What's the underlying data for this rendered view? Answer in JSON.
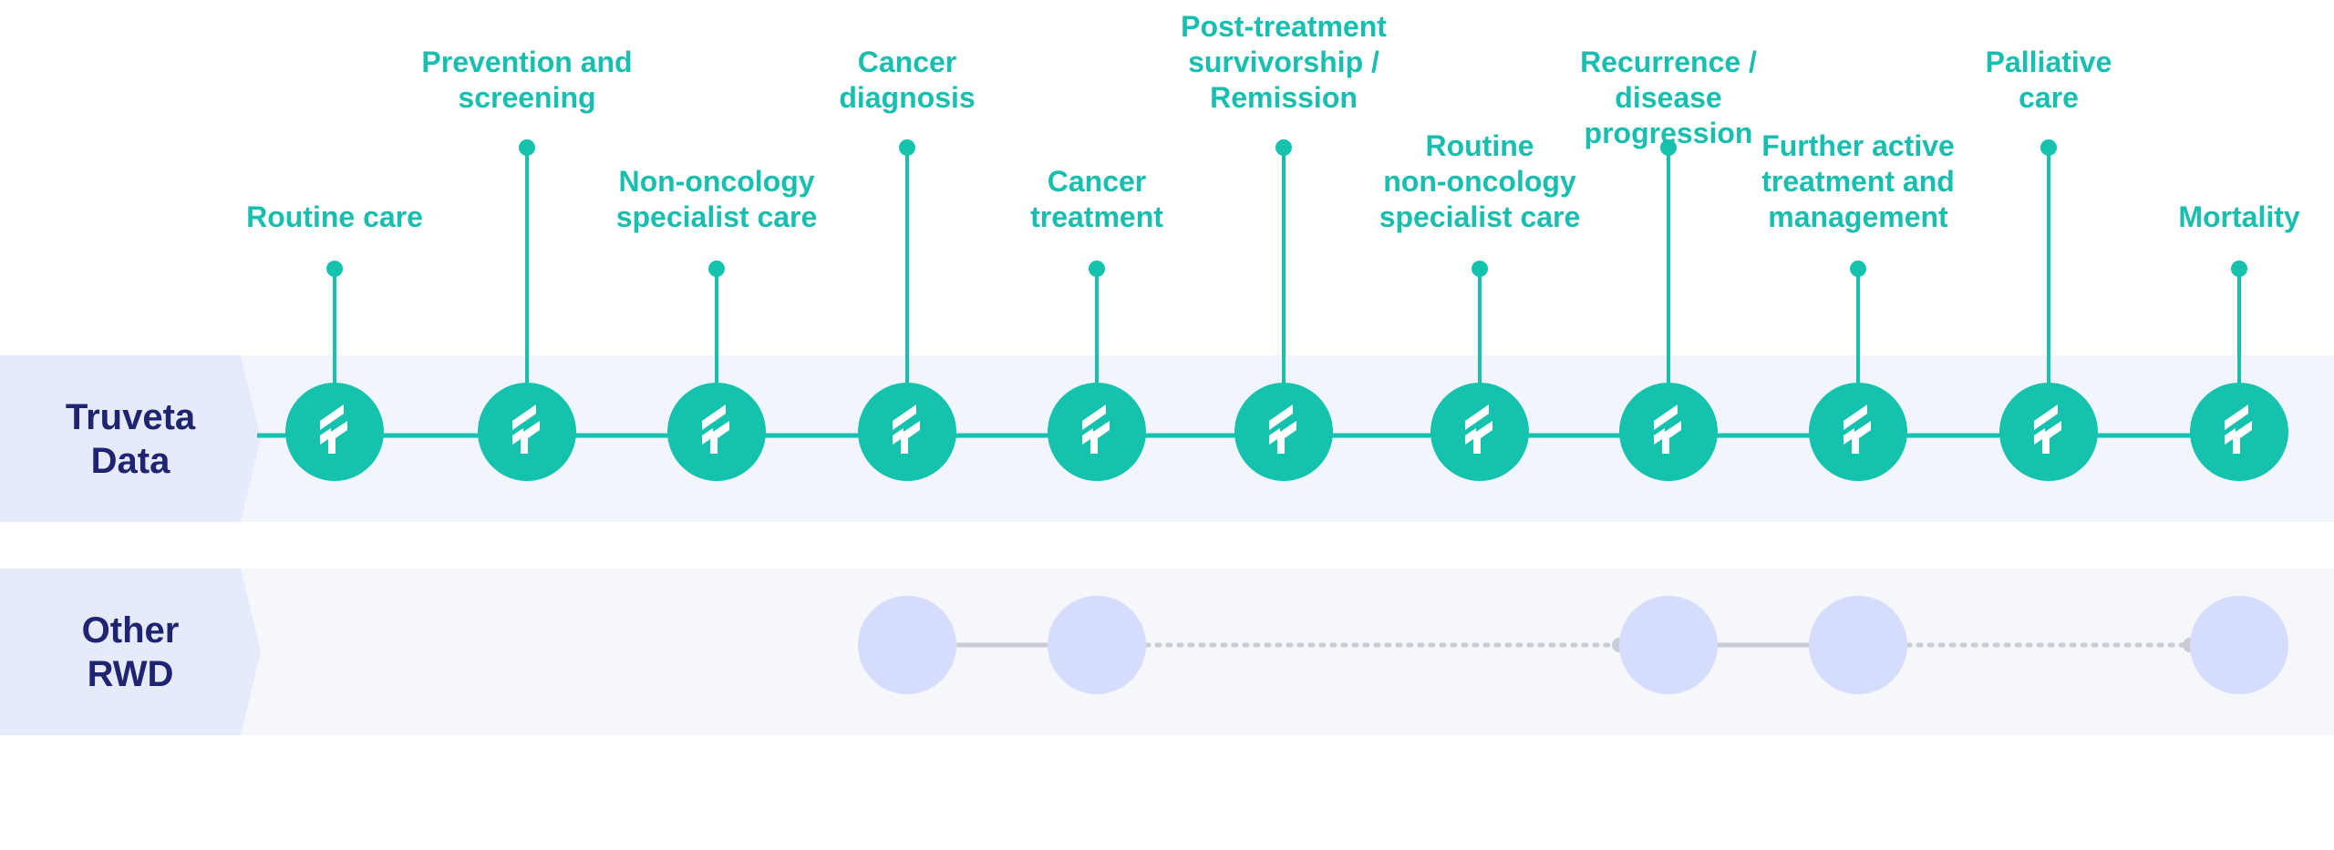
{
  "rows": {
    "truveta": "Truveta\nData",
    "other": "Other\nRWD"
  },
  "stages": [
    {
      "label": "Routine care",
      "other_rwd": false
    },
    {
      "label": "Prevention and\nscreening",
      "other_rwd": false
    },
    {
      "label": "Non-oncology\nspecialist care",
      "other_rwd": false
    },
    {
      "label": "Cancer\ndiagnosis",
      "other_rwd": true
    },
    {
      "label": "Cancer\ntreatment",
      "other_rwd": true
    },
    {
      "label": "Post-treatment\nsurvivorship /\nRemission",
      "other_rwd": false
    },
    {
      "label": "Routine\nnon-oncology\nspecialist care",
      "other_rwd": false
    },
    {
      "label": "Recurrence / disease\nprogression",
      "other_rwd": true
    },
    {
      "label": "Further active\ntreatment and\nmanagement",
      "other_rwd": true
    },
    {
      "label": "Palliative\ncare",
      "other_rwd": false
    },
    {
      "label": "Mortality",
      "other_rwd": true
    }
  ],
  "other_rwd_links": [
    {
      "from": 3,
      "to": 4,
      "style": "solid"
    },
    {
      "from": 4,
      "to": 7,
      "style": "dotted"
    },
    {
      "from": 7,
      "to": 8,
      "style": "solid"
    },
    {
      "from": 8,
      "to": 10,
      "style": "dotted"
    }
  ],
  "colors": {
    "teal": "#14c2ad",
    "teal_line": "#19c0ad",
    "teal_light": "#8fe3d9",
    "lavender_node": "#d6dcfc",
    "gray_link": "#c9cbd6",
    "row_label": "#1f2470",
    "band_truveta": "#f3f5fd",
    "band_other": "#f6f7fb",
    "tab_fill": "#e6ebfc"
  },
  "icon": "truveta-sprout-icon"
}
